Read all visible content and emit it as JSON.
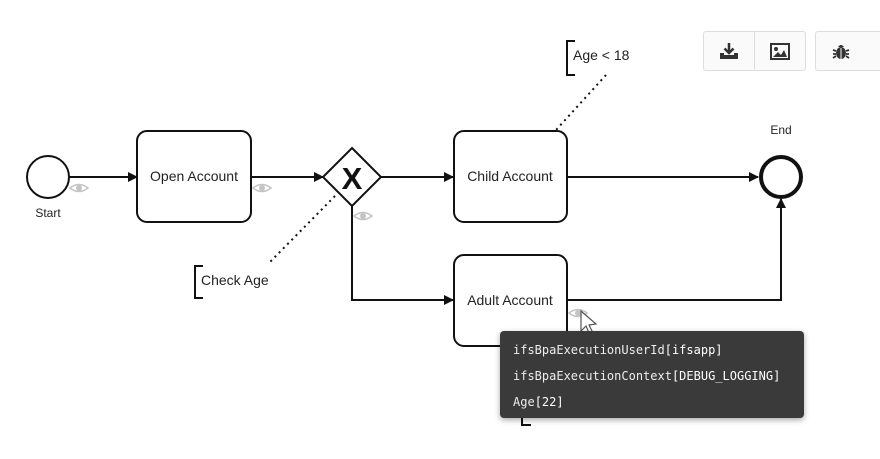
{
  "diagram": {
    "start_label": "Start",
    "end_label": "End",
    "gateway_symbol": "X",
    "tasks": {
      "open_account": "Open Account",
      "child_account": "Child Account",
      "adult_account": "Adult Account"
    },
    "annotations": {
      "check_age": "Check Age",
      "age_lt_18": "Age < 18",
      "age_gte_18_partial": "18"
    },
    "icons": [
      "eye-icon"
    ]
  },
  "toolbar": {
    "buttons": [
      "download-icon",
      "image-icon",
      "bug-icon"
    ]
  },
  "tooltip": {
    "rows": [
      {
        "key": "ifsBpaExecutionUserId",
        "value": "[ifsapp]"
      },
      {
        "key": "ifsBpaExecutionContext",
        "value": "[DEBUG_LOGGING]"
      },
      {
        "key": "Age",
        "value": "[22]"
      }
    ]
  },
  "colors": {
    "stroke": "#111111",
    "tooltip_bg": "#3a3a3a",
    "eye": "#c4c4c4"
  }
}
